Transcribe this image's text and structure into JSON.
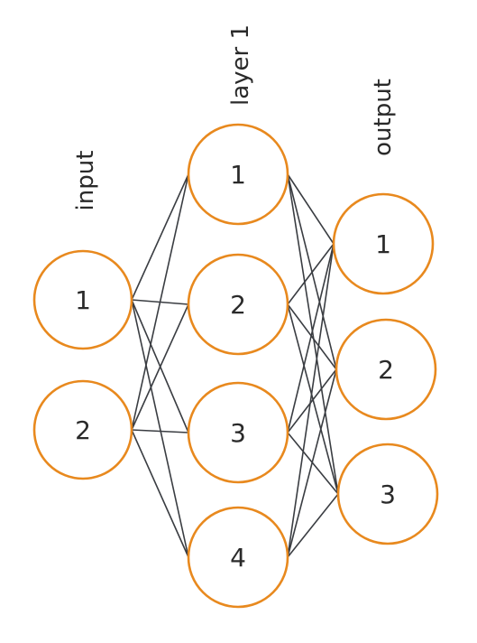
{
  "layers": [
    {
      "title": "input",
      "nodes": [
        "1",
        "2"
      ]
    },
    {
      "title": "layer 1",
      "nodes": [
        "1",
        "2",
        "3",
        "4"
      ]
    },
    {
      "title": "output",
      "nodes": [
        "1",
        "2",
        "3"
      ]
    }
  ],
  "colors": {
    "node_stroke": "#e8891e",
    "edge": "#3a3d42",
    "text": "#2a2a2a"
  }
}
